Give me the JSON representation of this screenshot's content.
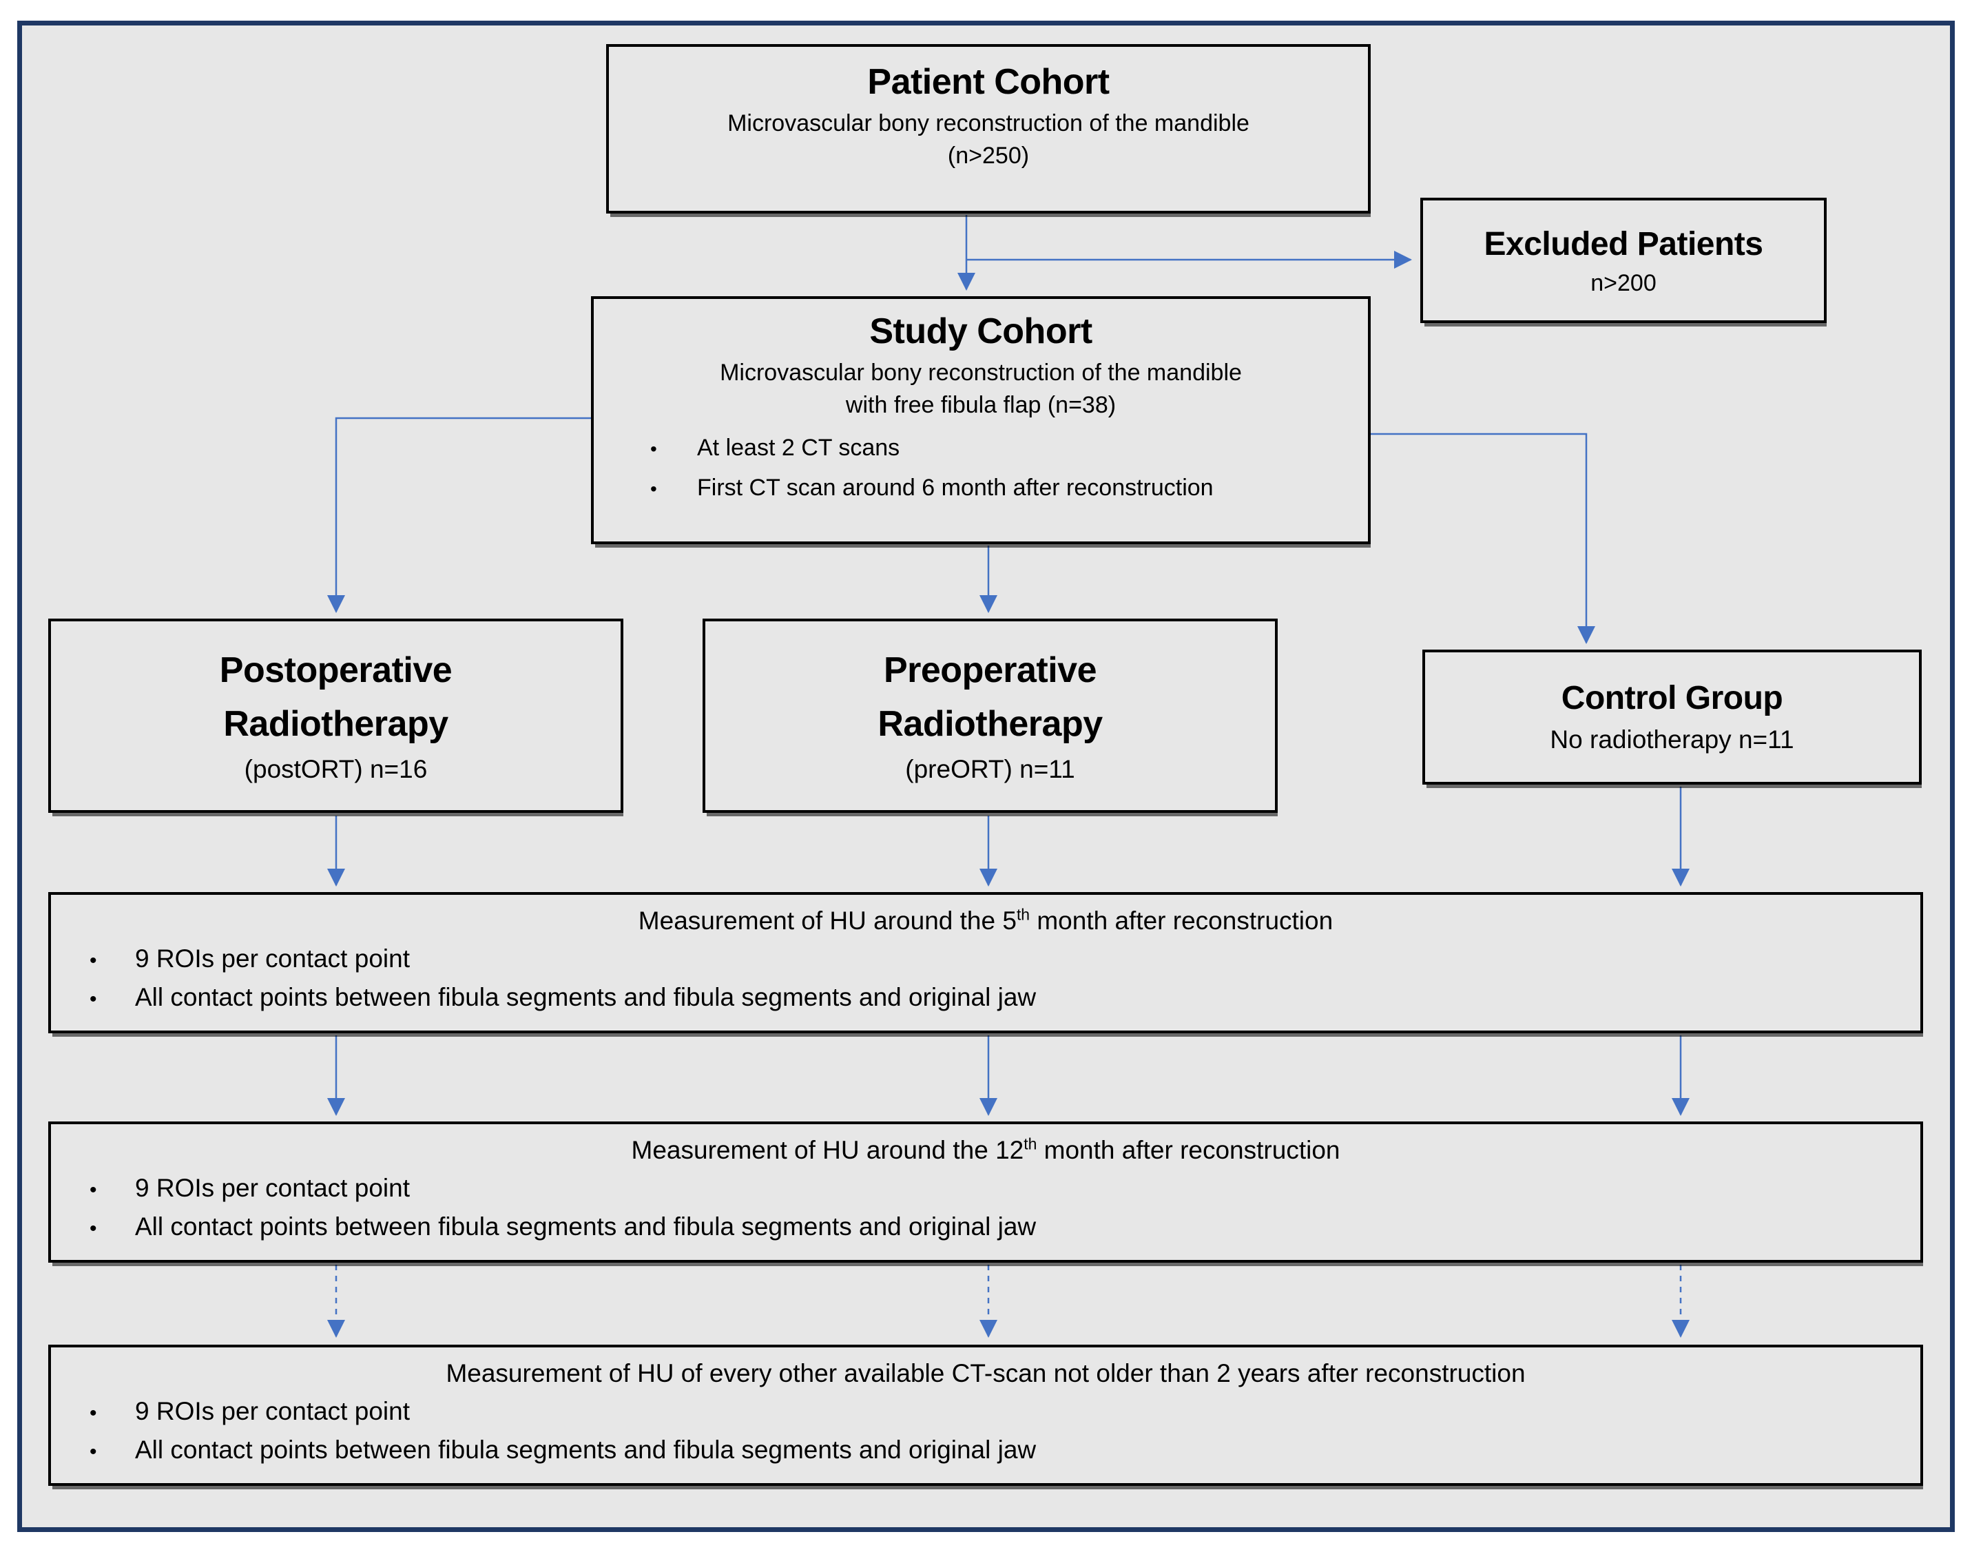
{
  "colors": {
    "accent": "#4472c4",
    "frame_border": "#1f3864",
    "background": "#e7e7e7",
    "box_border": "#000000"
  },
  "boxes": {
    "patient_cohort": {
      "title": "Patient Cohort",
      "line1": "Microvascular bony reconstruction of the mandible",
      "line2": "(n>250)"
    },
    "excluded": {
      "title": "Excluded Patients",
      "subtitle": "n>200"
    },
    "study_cohort": {
      "title": "Study Cohort",
      "line1": "Microvascular bony reconstruction of the mandible",
      "line2": "with free fibula flap (n=38)",
      "bullets": [
        "At least 2 CT scans",
        "First CT scan around 6 month after reconstruction"
      ]
    },
    "post_ort": {
      "title_line1": "Postoperative",
      "title_line2": "Radiotherapy",
      "subtitle": "(postORT) n=16"
    },
    "pre_ort": {
      "title_line1": "Preoperative",
      "title_line2": "Radiotherapy",
      "subtitle": "(preORT) n=11"
    },
    "control": {
      "title": "Control Group",
      "subtitle": "No radiotherapy n=11"
    },
    "measurement_month5": {
      "title_prefix": "Measurement of HU around the 5",
      "title_sup": "th",
      "title_suffix": " month after reconstruction",
      "bullets": [
        "9 ROIs per contact point",
        "All contact points between fibula segments and fibula segments and original jaw"
      ]
    },
    "measurement_month12": {
      "title_prefix": "Measurement of HU around the 12",
      "title_sup": "th",
      "title_suffix": " month after reconstruction",
      "bullets": [
        "9 ROIs per contact point",
        "All contact points between fibula segments and fibula segments and original jaw"
      ]
    },
    "measurement_other": {
      "title_prefix": "Measurement of HU of every other available CT-scan not older than 2 years after reconstruction",
      "title_sup": "",
      "title_suffix": "",
      "bullets": [
        "9 ROIs per contact point",
        "All contact points between fibula segments and fibula segments and original jaw"
      ]
    }
  },
  "bullet_glyph": "•"
}
